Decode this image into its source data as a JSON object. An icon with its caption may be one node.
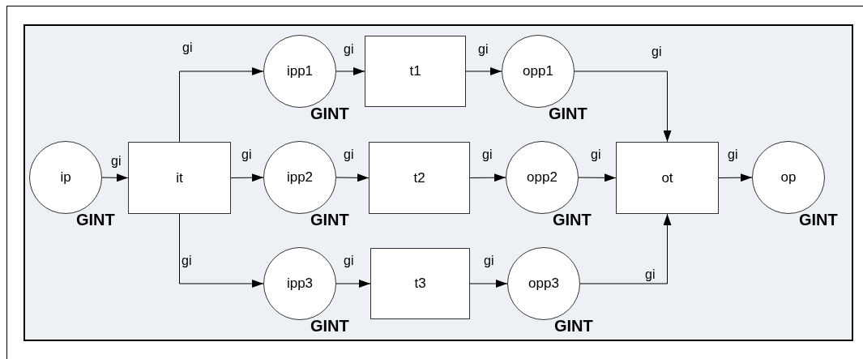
{
  "diagram": {
    "nodes": [
      {
        "text": [
          "ip"
        ],
        "beside": [
          "GINT"
        ]
      },
      {
        "text": [
          "it"
        ]
      },
      {
        "text": [
          "ipp1"
        ],
        "beside": [
          "GINT"
        ]
      },
      {
        "text": [
          "t1"
        ]
      },
      {
        "text": [
          "opp1"
        ],
        "beside": [
          "GINT"
        ]
      },
      {
        "text": [
          "ipp2"
        ],
        "beside": [
          "GINT"
        ]
      },
      {
        "text": [
          "t2"
        ]
      },
      {
        "text": [
          "opp2"
        ],
        "beside": [
          "GINT"
        ]
      },
      {
        "text": [
          "ot"
        ]
      },
      {
        "text": [
          "op"
        ],
        "beside": [
          "GINT"
        ]
      },
      {
        "text": [
          "ipp3"
        ],
        "beside": [
          "GINT"
        ]
      },
      {
        "text": [
          "t3"
        ]
      },
      {
        "text": [
          "opp3"
        ],
        "beside": [
          "GINT"
        ]
      }
    ],
    "edges": [
      {
        "from": 0,
        "to": 1,
        "arrow": "to",
        "label": "gi"
      },
      {
        "from": 1,
        "to": 2,
        "arrow": "to",
        "label": "gi"
      },
      {
        "from": 1,
        "to": 5,
        "arrow": "to",
        "label": "gi"
      },
      {
        "from": 1,
        "to": 10,
        "arrow": "to",
        "label": "gi"
      },
      {
        "from": 2,
        "to": 3,
        "arrow": "to",
        "label": "gi"
      },
      {
        "from": 3,
        "to": 4,
        "arrow": "to",
        "label": "gi"
      },
      {
        "from": 4,
        "to": 8,
        "arrow": "to",
        "label": "gi"
      },
      {
        "from": 5,
        "to": 6,
        "arrow": "to",
        "label": "gi"
      },
      {
        "from": 6,
        "to": 7,
        "arrow": "to",
        "label": "gi"
      },
      {
        "from": 7,
        "to": 8,
        "arrow": "to",
        "label": "gi"
      },
      {
        "from": 8,
        "to": 9,
        "arrow": "to",
        "label": "gi"
      },
      {
        "from": 10,
        "to": 11,
        "arrow": "to",
        "label": "gi"
      },
      {
        "from": 11,
        "to": 12,
        "arrow": "to",
        "label": "gi"
      },
      {
        "from": 12,
        "to": 8,
        "arrow": "to",
        "label": "gi"
      }
    ]
  }
}
